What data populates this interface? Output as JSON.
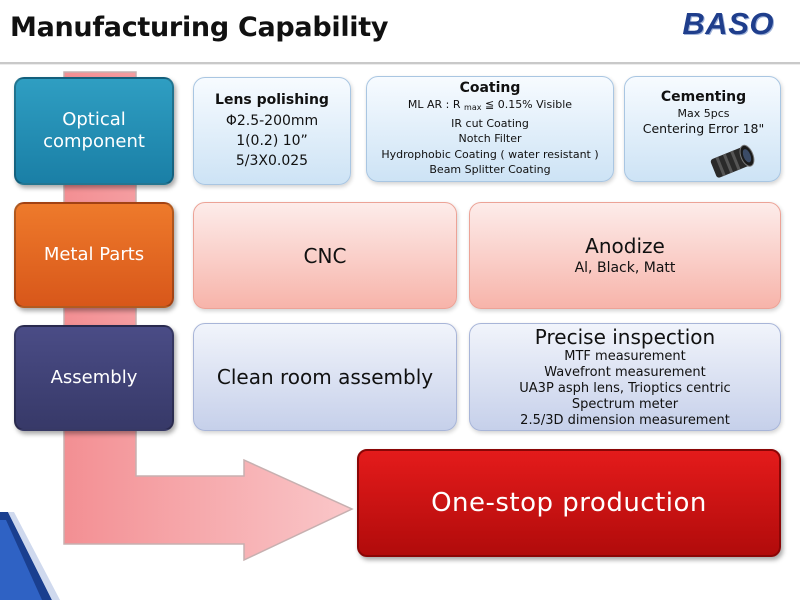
{
  "header": {
    "title": "Manufacturing Capability",
    "logo": "BASO"
  },
  "categories": {
    "optical": "Optical component",
    "metal": "Metal Parts",
    "assembly": "Assembly"
  },
  "optical": {
    "lens_polishing": {
      "title": "Lens polishing",
      "lines": [
        "Φ2.5-200mm",
        "1(0.2) 10”",
        "5/3X0.025"
      ]
    },
    "coating": {
      "title": "Coating",
      "ml_ar_prefix": "ML AR : R",
      "ml_ar_sub": "max",
      "ml_ar_suffix": " ≦ 0.15% Visible",
      "lines": [
        "IR cut Coating",
        "Notch Filter",
        "Hydrophobic Coating ( water resistant )",
        "Beam Splitter Coating"
      ]
    },
    "cementing": {
      "title": "Cementing",
      "line1": "Max 5pcs",
      "line2": "Centering Error 18\""
    }
  },
  "metal": {
    "cnc": "CNC",
    "anodize": {
      "title": "Anodize",
      "sub": "Al, Black, Matt"
    }
  },
  "assembly": {
    "clean_room": "Clean room assembly",
    "inspection": {
      "title": "Precise inspection",
      "lines": [
        "MTF measurement",
        "Wavefront measurement",
        "UA3P asph lens, Trioptics centric",
        "Spectrum meter",
        "2.5/3D dimension measurement"
      ]
    }
  },
  "result": {
    "label": "One-stop production"
  },
  "colors": {
    "optical": "#2190b8",
    "metal": "#e3661f",
    "assembly": "#414377",
    "onestop": "#cc1111",
    "logo": "#1f3e8c"
  }
}
